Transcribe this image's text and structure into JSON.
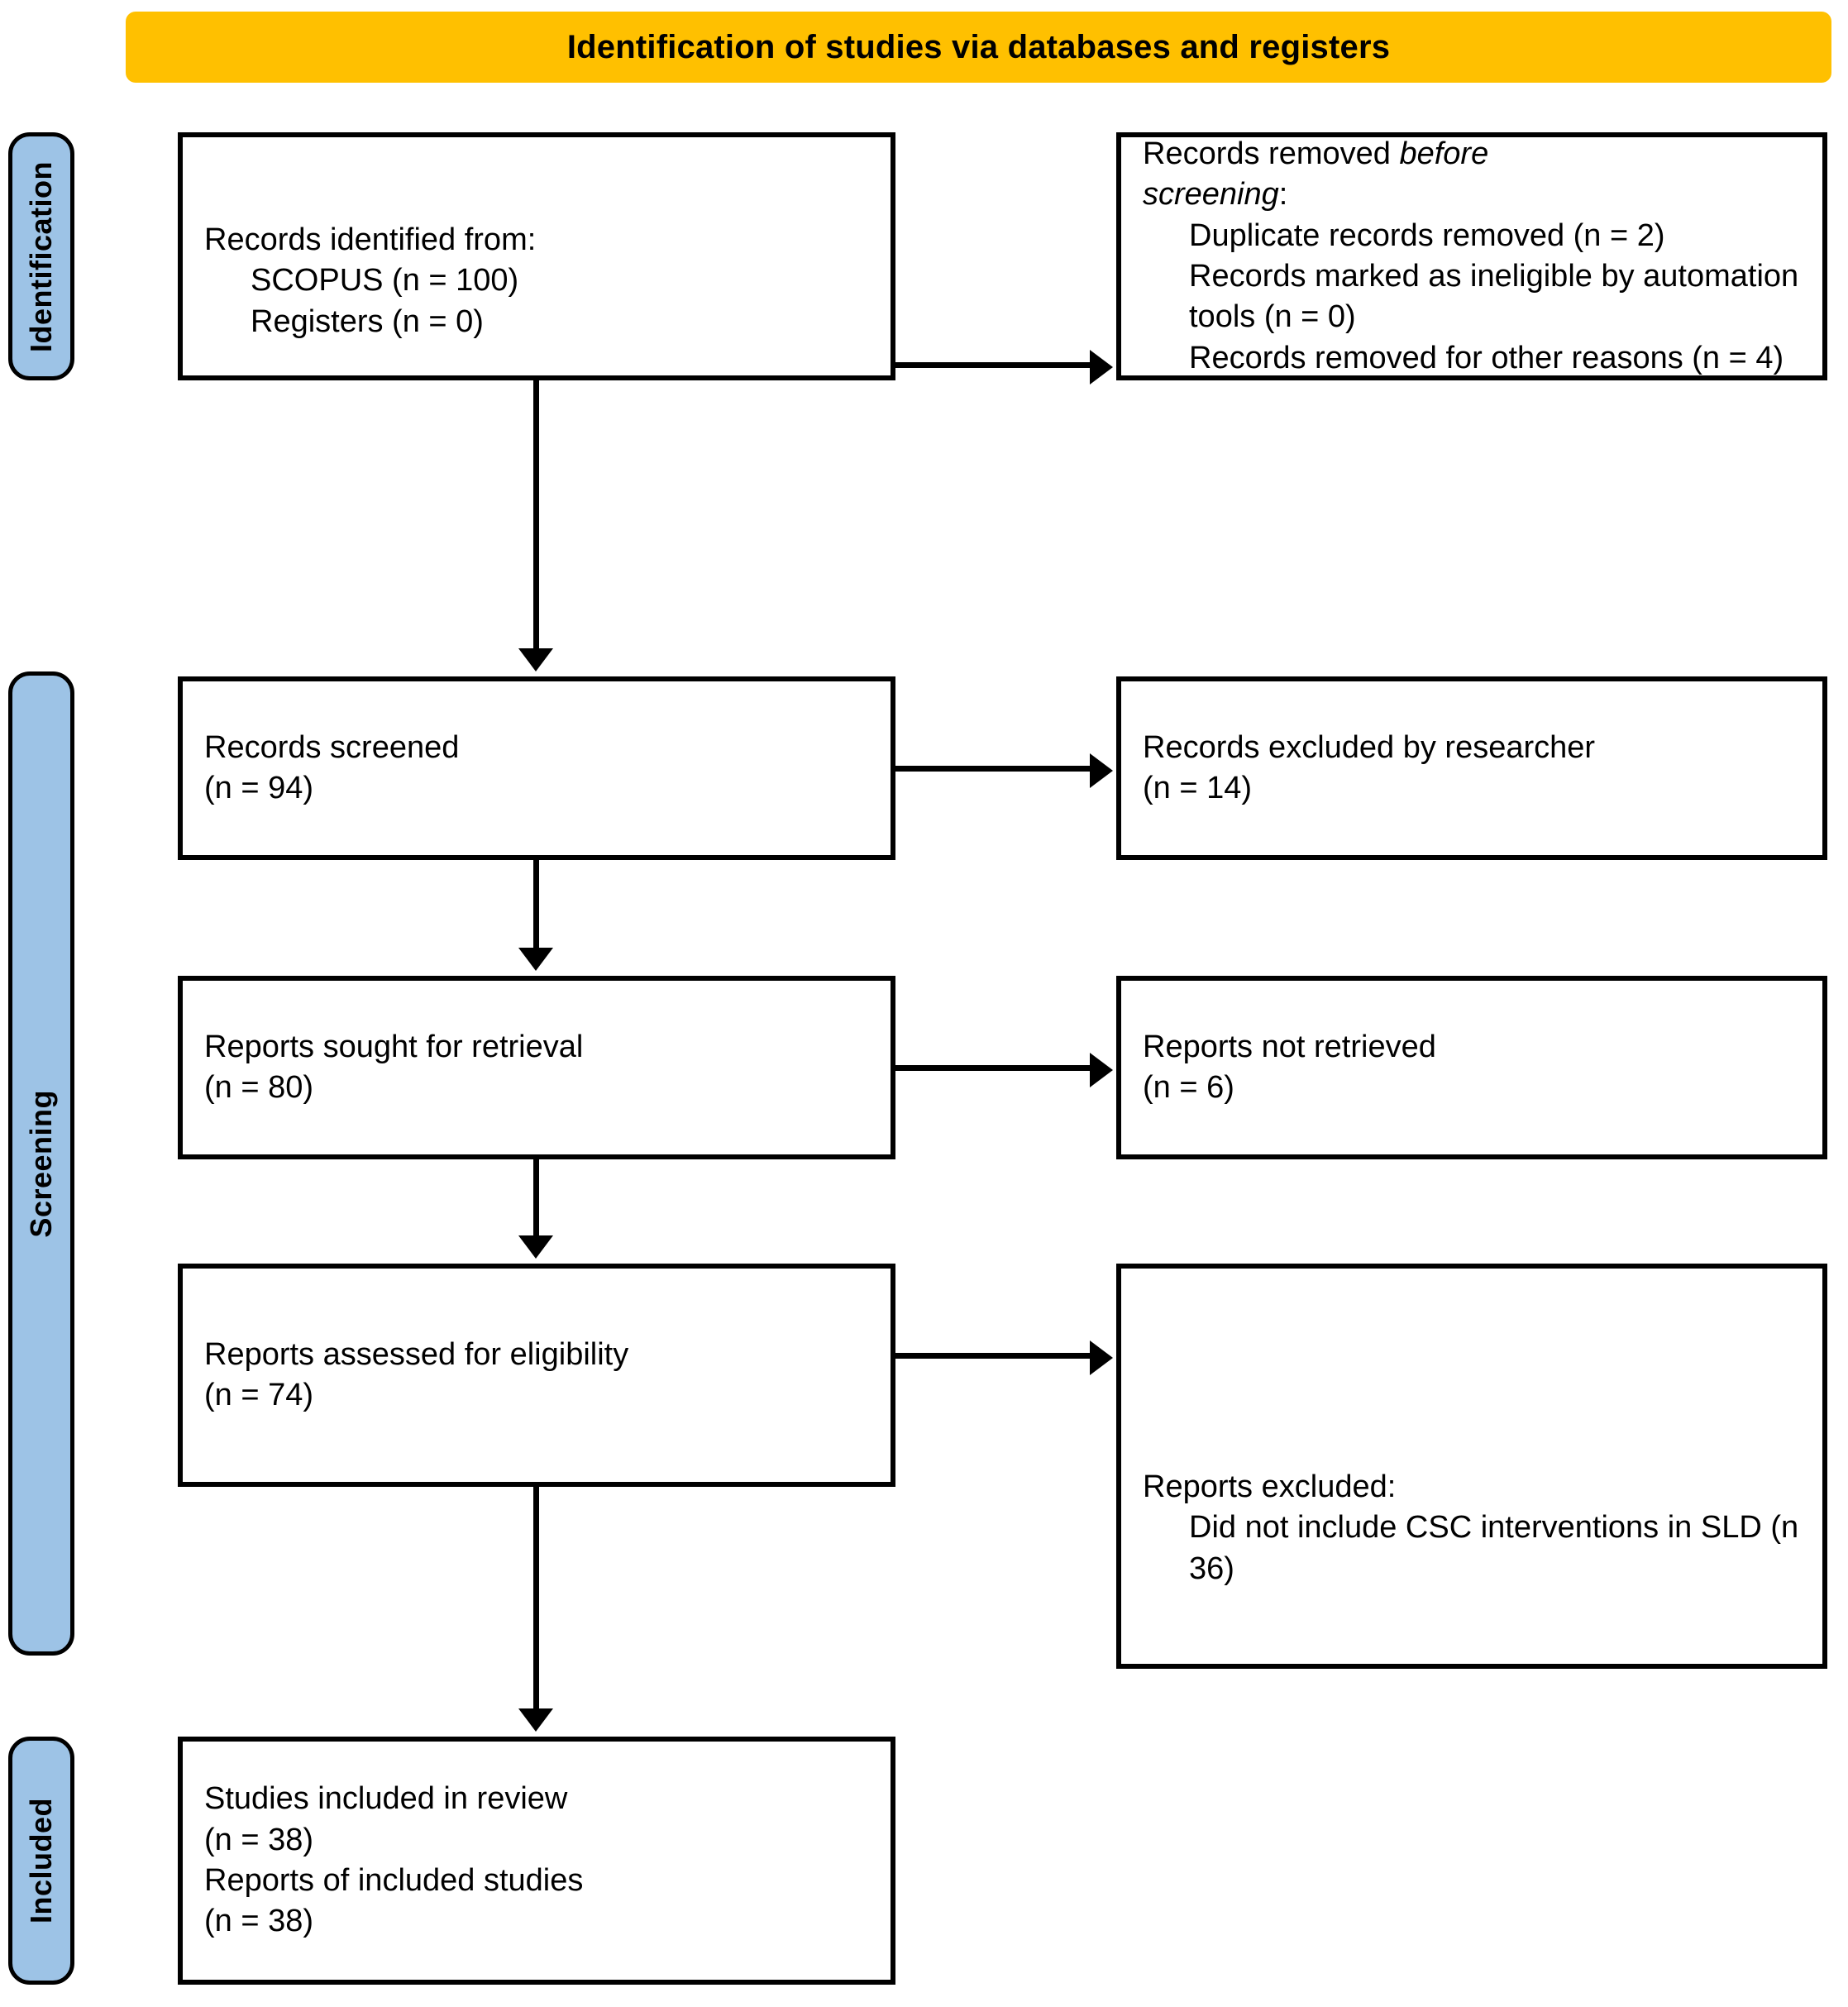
{
  "header": {
    "title": "Identification of studies via databases and registers",
    "background_color": "#FFC000"
  },
  "stages": {
    "accent_color": "#9DC3E6",
    "identification": "Identification",
    "screening": "Screening",
    "included": "Included"
  },
  "boxes": {
    "identified": {
      "line1": "Records identified from:",
      "line2": "SCOPUS (n = 100)",
      "line3": "Registers (n = 0)"
    },
    "removed_before_screening": {
      "line1_a": "Records removed ",
      "line1_b": "before",
      "line2_b": "screening",
      "line2_c": ":",
      "line3": "Duplicate records removed (n = 2)",
      "line4": "Records marked as ineligible by automation tools (n = 0)",
      "line5": "Records removed for other reasons (n = 4)"
    },
    "records_screened": {
      "line1": "Records screened",
      "line2": "(n = 94)"
    },
    "records_excluded": {
      "line1": "Records excluded by researcher",
      "line2": "(n = 14)"
    },
    "reports_sought": {
      "line1": "Reports sought for retrieval",
      "line2": "(n = 80)"
    },
    "reports_not_retrieved": {
      "line1": "Reports not retrieved",
      "line2": "(n = 6)"
    },
    "reports_assessed": {
      "line1": "Reports assessed for eligibility",
      "line2": "(n = 74)"
    },
    "reports_excluded": {
      "line1": "Reports excluded:",
      "line2": "Did not include CSC interventions in SLD (n 36)"
    },
    "studies_included": {
      "line1": "Studies included in review",
      "line2": "(n = 38)",
      "line3": "Reports of included studies",
      "line4": "(n = 38)"
    }
  },
  "flow_data": {
    "identified_scopus": 100,
    "identified_registers": 0,
    "duplicates_removed": 2,
    "ineligible_automation": 0,
    "removed_other_reasons": 4,
    "records_screened": 94,
    "records_excluded_researcher": 14,
    "reports_sought": 80,
    "reports_not_retrieved": 6,
    "reports_assessed": 74,
    "reports_excluded_no_csc": 36,
    "studies_included": 38,
    "reports_of_included_studies": 38
  }
}
